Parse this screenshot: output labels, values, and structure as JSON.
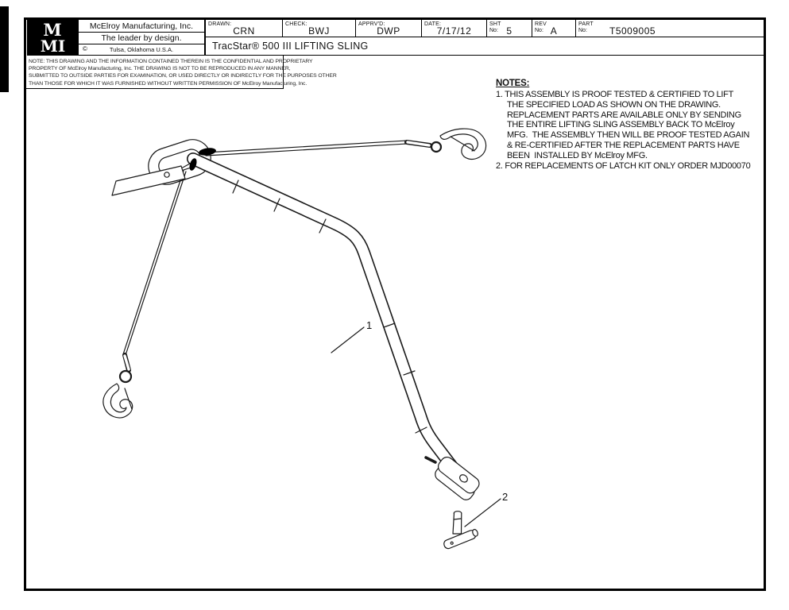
{
  "title_block": {
    "logo": {
      "top": "M",
      "bottom": "MI"
    },
    "company": {
      "name": "McElroy Manufacturing, Inc.",
      "tagline": "The leader by design.",
      "symbol": "©",
      "location": "Tulsa, Oklahoma U.S.A."
    },
    "fields": [
      {
        "label": "DRAWN:",
        "value": "CRN"
      },
      {
        "label": "CHECK:",
        "value": "BWJ"
      },
      {
        "label": "APPRV'D:",
        "value": "DWP"
      },
      {
        "label": "DATE:",
        "value": "7/17/12"
      },
      {
        "label_line1": "SHT",
        "label_line2": "No:",
        "value": "5"
      },
      {
        "label_line1": "REV",
        "label_line2": "No:",
        "value": "A"
      },
      {
        "label_line1": "PART",
        "label_line2": "No:",
        "value": "T5009005"
      }
    ],
    "drawing_title": "TracStar® 500 III LIFTING SLING"
  },
  "disclaimer": {
    "lines": [
      "NOTE: THIS DRAWING AND THE INFORMATION CONTAINED THEREIN IS THE CONFIDENTIAL AND PROPRIETARY",
      "PROPERTY OF McElroy Manufacturing, Inc. THE DRAWING IS NOT TO BE REPRODUCED IN ANY MANNER,",
      "SUBMITTED TO OUTSIDE PARTIES FOR EXAMINATION, OR USED DIRECTLY OR INDIRECTLY FOR THE PURPOSES OTHER",
      "THAN THOSE FOR WHICH IT WAS FURNISHED WITHOUT WRITTEN PERMISSION OF McElroy Manufacturing, Inc."
    ]
  },
  "notes": {
    "heading": "NOTES:",
    "lines": [
      "1. THIS ASSEMBLY IS PROOF TESTED & CERTIFIED TO LIFT",
      "THE SPECIFIED LOAD AS SHOWN ON THE DRAWING.",
      "REPLACEMENT PARTS ARE AVAILABLE ONLY BY SENDING",
      "THE ENTIRE LIFTING SLING ASSEMBLY BACK TO McElroy",
      "MFG.  THE ASSEMBLY THEN WILL BE PROOF TESTED AGAIN",
      "& RE-CERTIFIED AFTER THE REPLACEMENT PARTS HAVE",
      "BEEN  INSTALLED BY McElroy MFG.",
      "2. FOR REPLACEMENTS OF LATCH KIT ONLY ORDER MJD00070"
    ]
  },
  "drawing": {
    "callouts": [
      {
        "label": "1"
      },
      {
        "label": "2"
      }
    ]
  }
}
